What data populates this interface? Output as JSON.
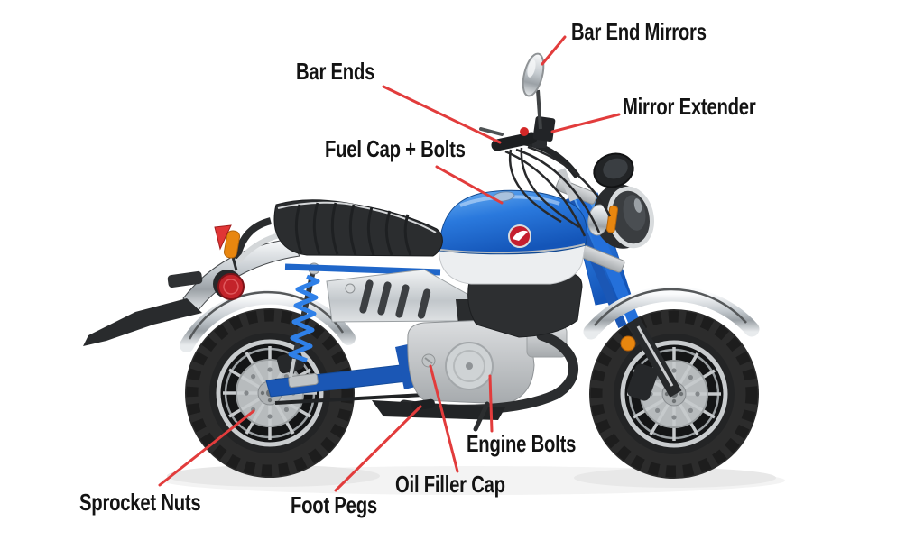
{
  "colors": {
    "background": "#ffffff",
    "annotation_line": "#e23c3c",
    "label_text": "#131313",
    "honda_blue": "#2470da",
    "honda_blue_dark": "#1b57b5",
    "tank_white": "#eceef0",
    "emblem_red": "#c41f2f",
    "signal_orange": "#e8860f",
    "tail_light_red": "#c3232a",
    "black_parts": "#26282a"
  },
  "labels": [
    {
      "id": "bar-end-mirrors",
      "text": "Bar End Mirrors"
    },
    {
      "id": "bar-ends",
      "text": "Bar Ends"
    },
    {
      "id": "mirror-extender",
      "text": "Mirror Extender"
    },
    {
      "id": "fuel-cap-bolts",
      "text": "Fuel Cap + Bolts"
    },
    {
      "id": "engine-bolts",
      "text": "Engine Bolts"
    },
    {
      "id": "oil-filler-cap",
      "text": "Oil Filler Cap"
    },
    {
      "id": "foot-pegs",
      "text": "Foot Pegs"
    },
    {
      "id": "sprocket-nuts",
      "text": "Sprocket Nuts"
    }
  ],
  "icons": {
    "emblem": "honda-wing-emblem"
  }
}
